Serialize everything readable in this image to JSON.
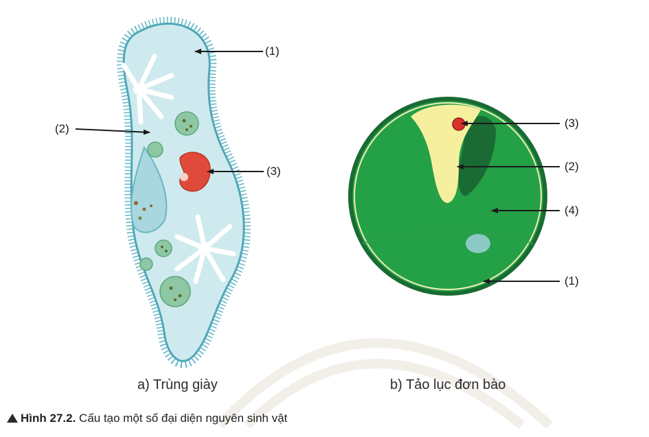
{
  "figure": {
    "caption_prefix": "Hình 27.2.",
    "caption_text": " Cấu tạo một số đại diện nguyên sinh vật"
  },
  "panel_a": {
    "subtitle": "a) Trùng giày",
    "labels": [
      "(1)",
      "(2)",
      "(3)"
    ]
  },
  "panel_b": {
    "subtitle": "b) Tảo lục đơn bào",
    "labels": [
      "(3)",
      "(2)",
      "(4)",
      "(1)"
    ]
  },
  "colors": {
    "paramecium_body": "#cfeaee",
    "paramecium_outline": "#4fa7b8",
    "nucleus": "#e04a3a",
    "algae_green": "#24a046",
    "algae_dark": "#196b33",
    "algae_yellow": "#f6f09e"
  }
}
